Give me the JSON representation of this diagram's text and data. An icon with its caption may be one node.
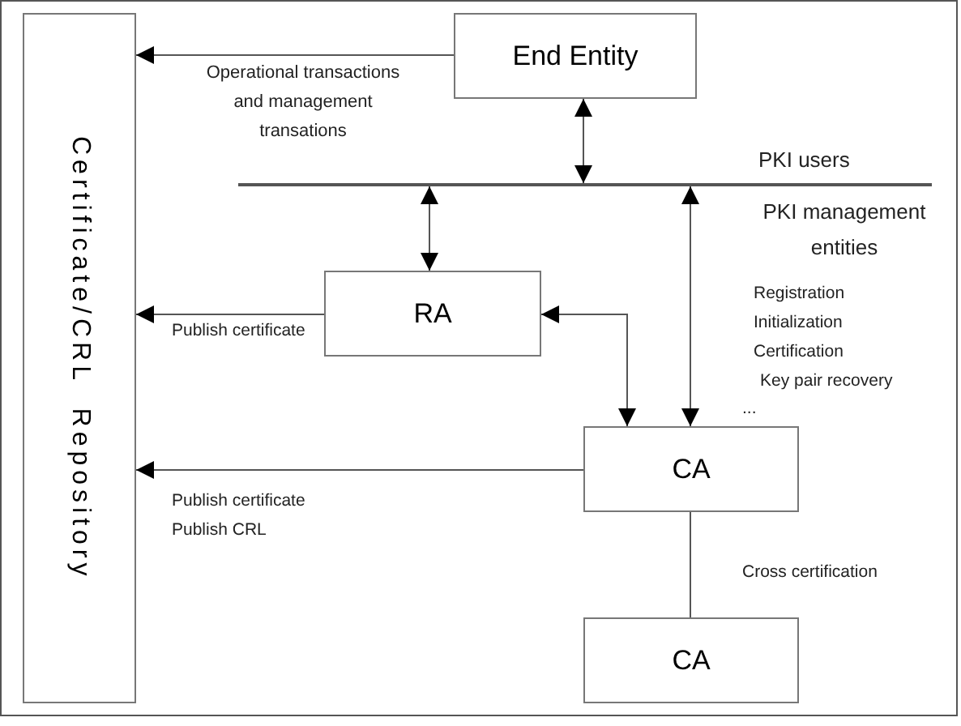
{
  "diagram": {
    "nodes": [
      {
        "text": [
          "Certificate/CRL  Repository"
        ]
      },
      {
        "text": [
          "End Entity"
        ]
      },
      {
        "text": [],
        "shape": "line"
      },
      {
        "text": [
          "RA"
        ]
      },
      {
        "text": [
          "CA"
        ]
      },
      {
        "text": [
          "CA"
        ]
      }
    ],
    "edges": [
      {
        "from": 1,
        "to": 0,
        "arrow": "to",
        "label": "Operational transactions and management transations"
      },
      {
        "from": 1,
        "to": 2,
        "arrow": "both"
      },
      {
        "from": 2,
        "to": 3,
        "arrow": "both"
      },
      {
        "from": 2,
        "to": 4,
        "arrow": "both"
      },
      {
        "from": 3,
        "to": 4,
        "arrow": "both"
      },
      {
        "from": 3,
        "to": 0,
        "arrow": "to",
        "label": "Publish certificate"
      },
      {
        "from": 4,
        "to": 0,
        "arrow": "to",
        "label": "Publish certificate Publish CRL"
      },
      {
        "from": 4,
        "to": 5,
        "arrow": "none",
        "label": "Cross certification"
      }
    ],
    "labels": [
      "PKI users",
      "PKI management entities",
      "Registration",
      "Initialization",
      "Certification",
      "Key pair recovery",
      "..."
    ]
  }
}
